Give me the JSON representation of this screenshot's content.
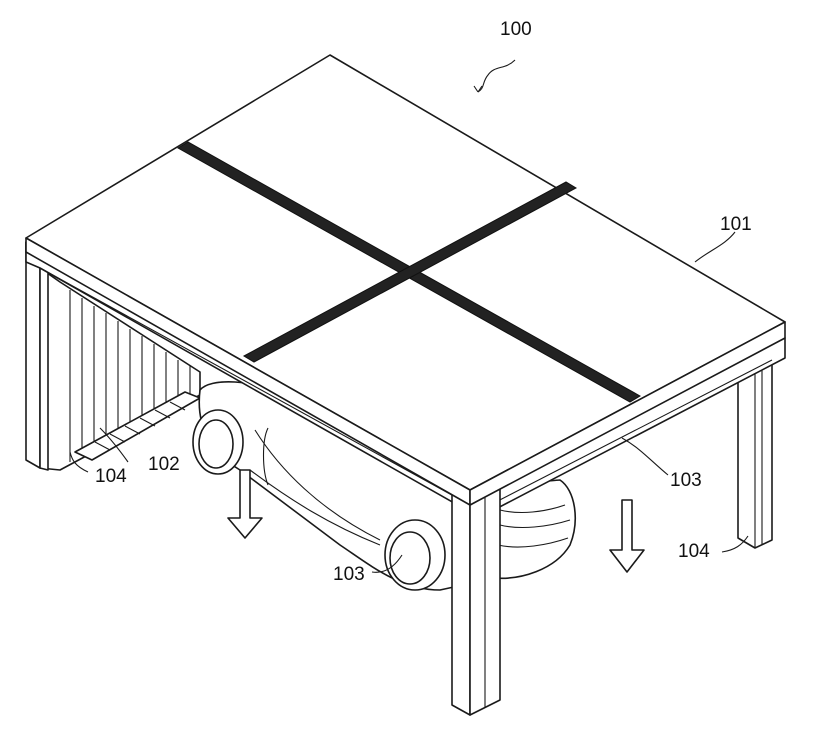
{
  "figure": {
    "labels": {
      "assembly": "100",
      "roof_panel": "101",
      "floor_panel": "102",
      "vehicle_left": "103",
      "vehicle_right": "103",
      "post_left": "104",
      "post_right": "104"
    },
    "colors": {
      "line": "#1a1a1a",
      "background": "#ffffff"
    }
  }
}
